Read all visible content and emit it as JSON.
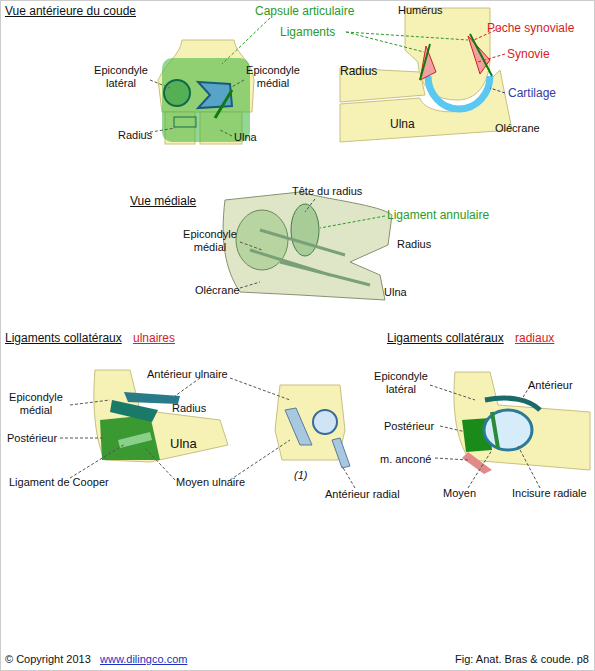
{
  "diagram": {
    "caption": "Fig: Anat. Bras & coude. p8",
    "labels": [
      "Vue antérieure du coude",
      "Capsule articulaire",
      "Humérus",
      "Ligaments",
      "Poche synoviale",
      "Synovie",
      "Epicondyle latéral",
      "Epicondyle médial",
      "Radius",
      "Cartilage",
      "Radius",
      "Ulna",
      "Ulna",
      "Olécrane",
      "Vue médiale",
      "Tête du radius",
      "Ligament annulaire",
      "Epicondyle médial",
      "Radius",
      "Olécrane",
      "Ulna",
      "Ligaments collatéraux",
      "ulnaires",
      "Ligaments collatéraux",
      "radiaux",
      "Antérieur ulnaire",
      "Epicondyle médial",
      "Radius",
      "Postérieur",
      "Ulna",
      "Ligament de Cooper",
      "Moyen ulnaire",
      "(1)",
      "Antérieur radial",
      "Epicondyle latéral",
      "Antérieur",
      "Postérieur",
      "m. anconé",
      "Moyen",
      "Incisure radiale",
      "© Copyright 2013",
      "www.dilingco.com"
    ]
  }
}
